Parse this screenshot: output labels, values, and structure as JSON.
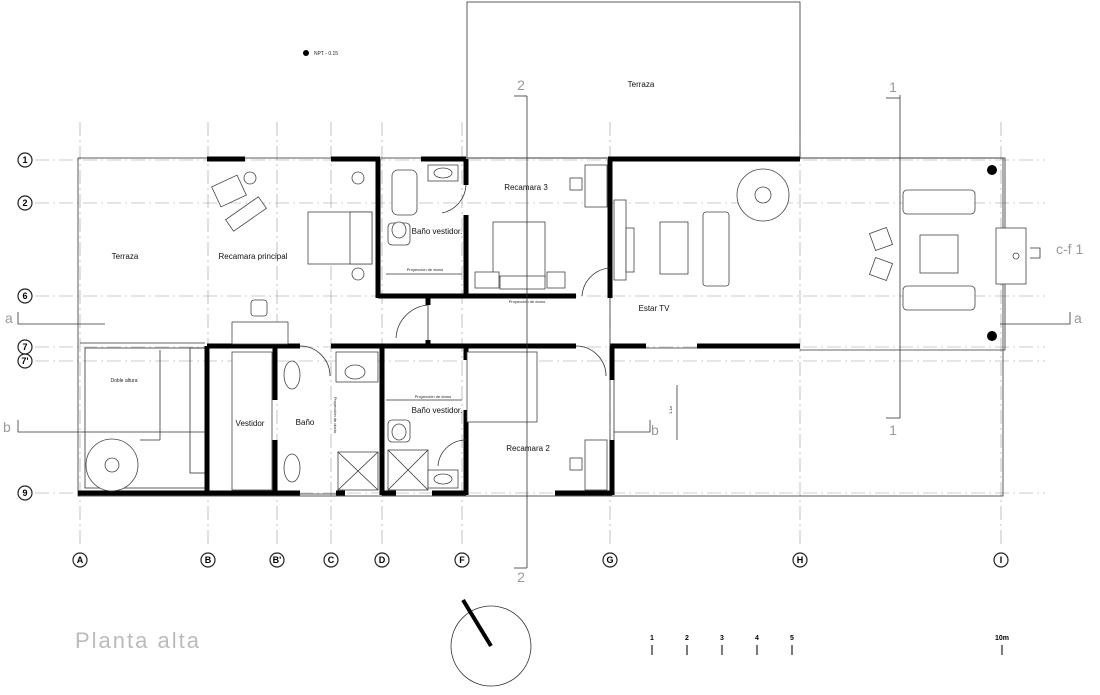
{
  "level_mark": "NPT - 0.15",
  "drawing_title": "Planta alta",
  "rows": [
    "1",
    "2",
    "6",
    "7",
    "7'",
    "9"
  ],
  "columns": [
    "A",
    "B",
    "B'",
    "C",
    "D",
    "F",
    "G",
    "H",
    "I"
  ],
  "rooms": {
    "terraza_left": "Terraza",
    "terraza_top": "Terraza",
    "recamara_principal": "Recamara principal",
    "recamara_3": "Recamara 3",
    "recamara_2": "Recamara 2",
    "bano_vestidor_top": "Baño vestidor.",
    "bano_vestidor_bottom": "Baño vestidor.",
    "estar_tv": "Estar TV",
    "doble_altura": "Doble altura",
    "vestidor": "Vestidor",
    "bano": "Baño"
  },
  "notes": {
    "proyeccion_domo_1": "Proyección de domo",
    "proyeccion_domo_2": "Proyección de domo",
    "proyeccion_domo_3": "Proyección de domo",
    "proyeccion_ducto": "Proyección de ducto",
    "dim": "1.1a"
  },
  "section_marks": {
    "s1_top": "1",
    "s1_bottom": "1",
    "s2_top": "2",
    "s2_bottom": "2",
    "a_left": "a",
    "a_right": "a",
    "b_left": "b",
    "b_right": "b",
    "cf": "c-f 1"
  },
  "scale_bar": [
    "1",
    "2",
    "3",
    "4",
    "5",
    "10m"
  ]
}
